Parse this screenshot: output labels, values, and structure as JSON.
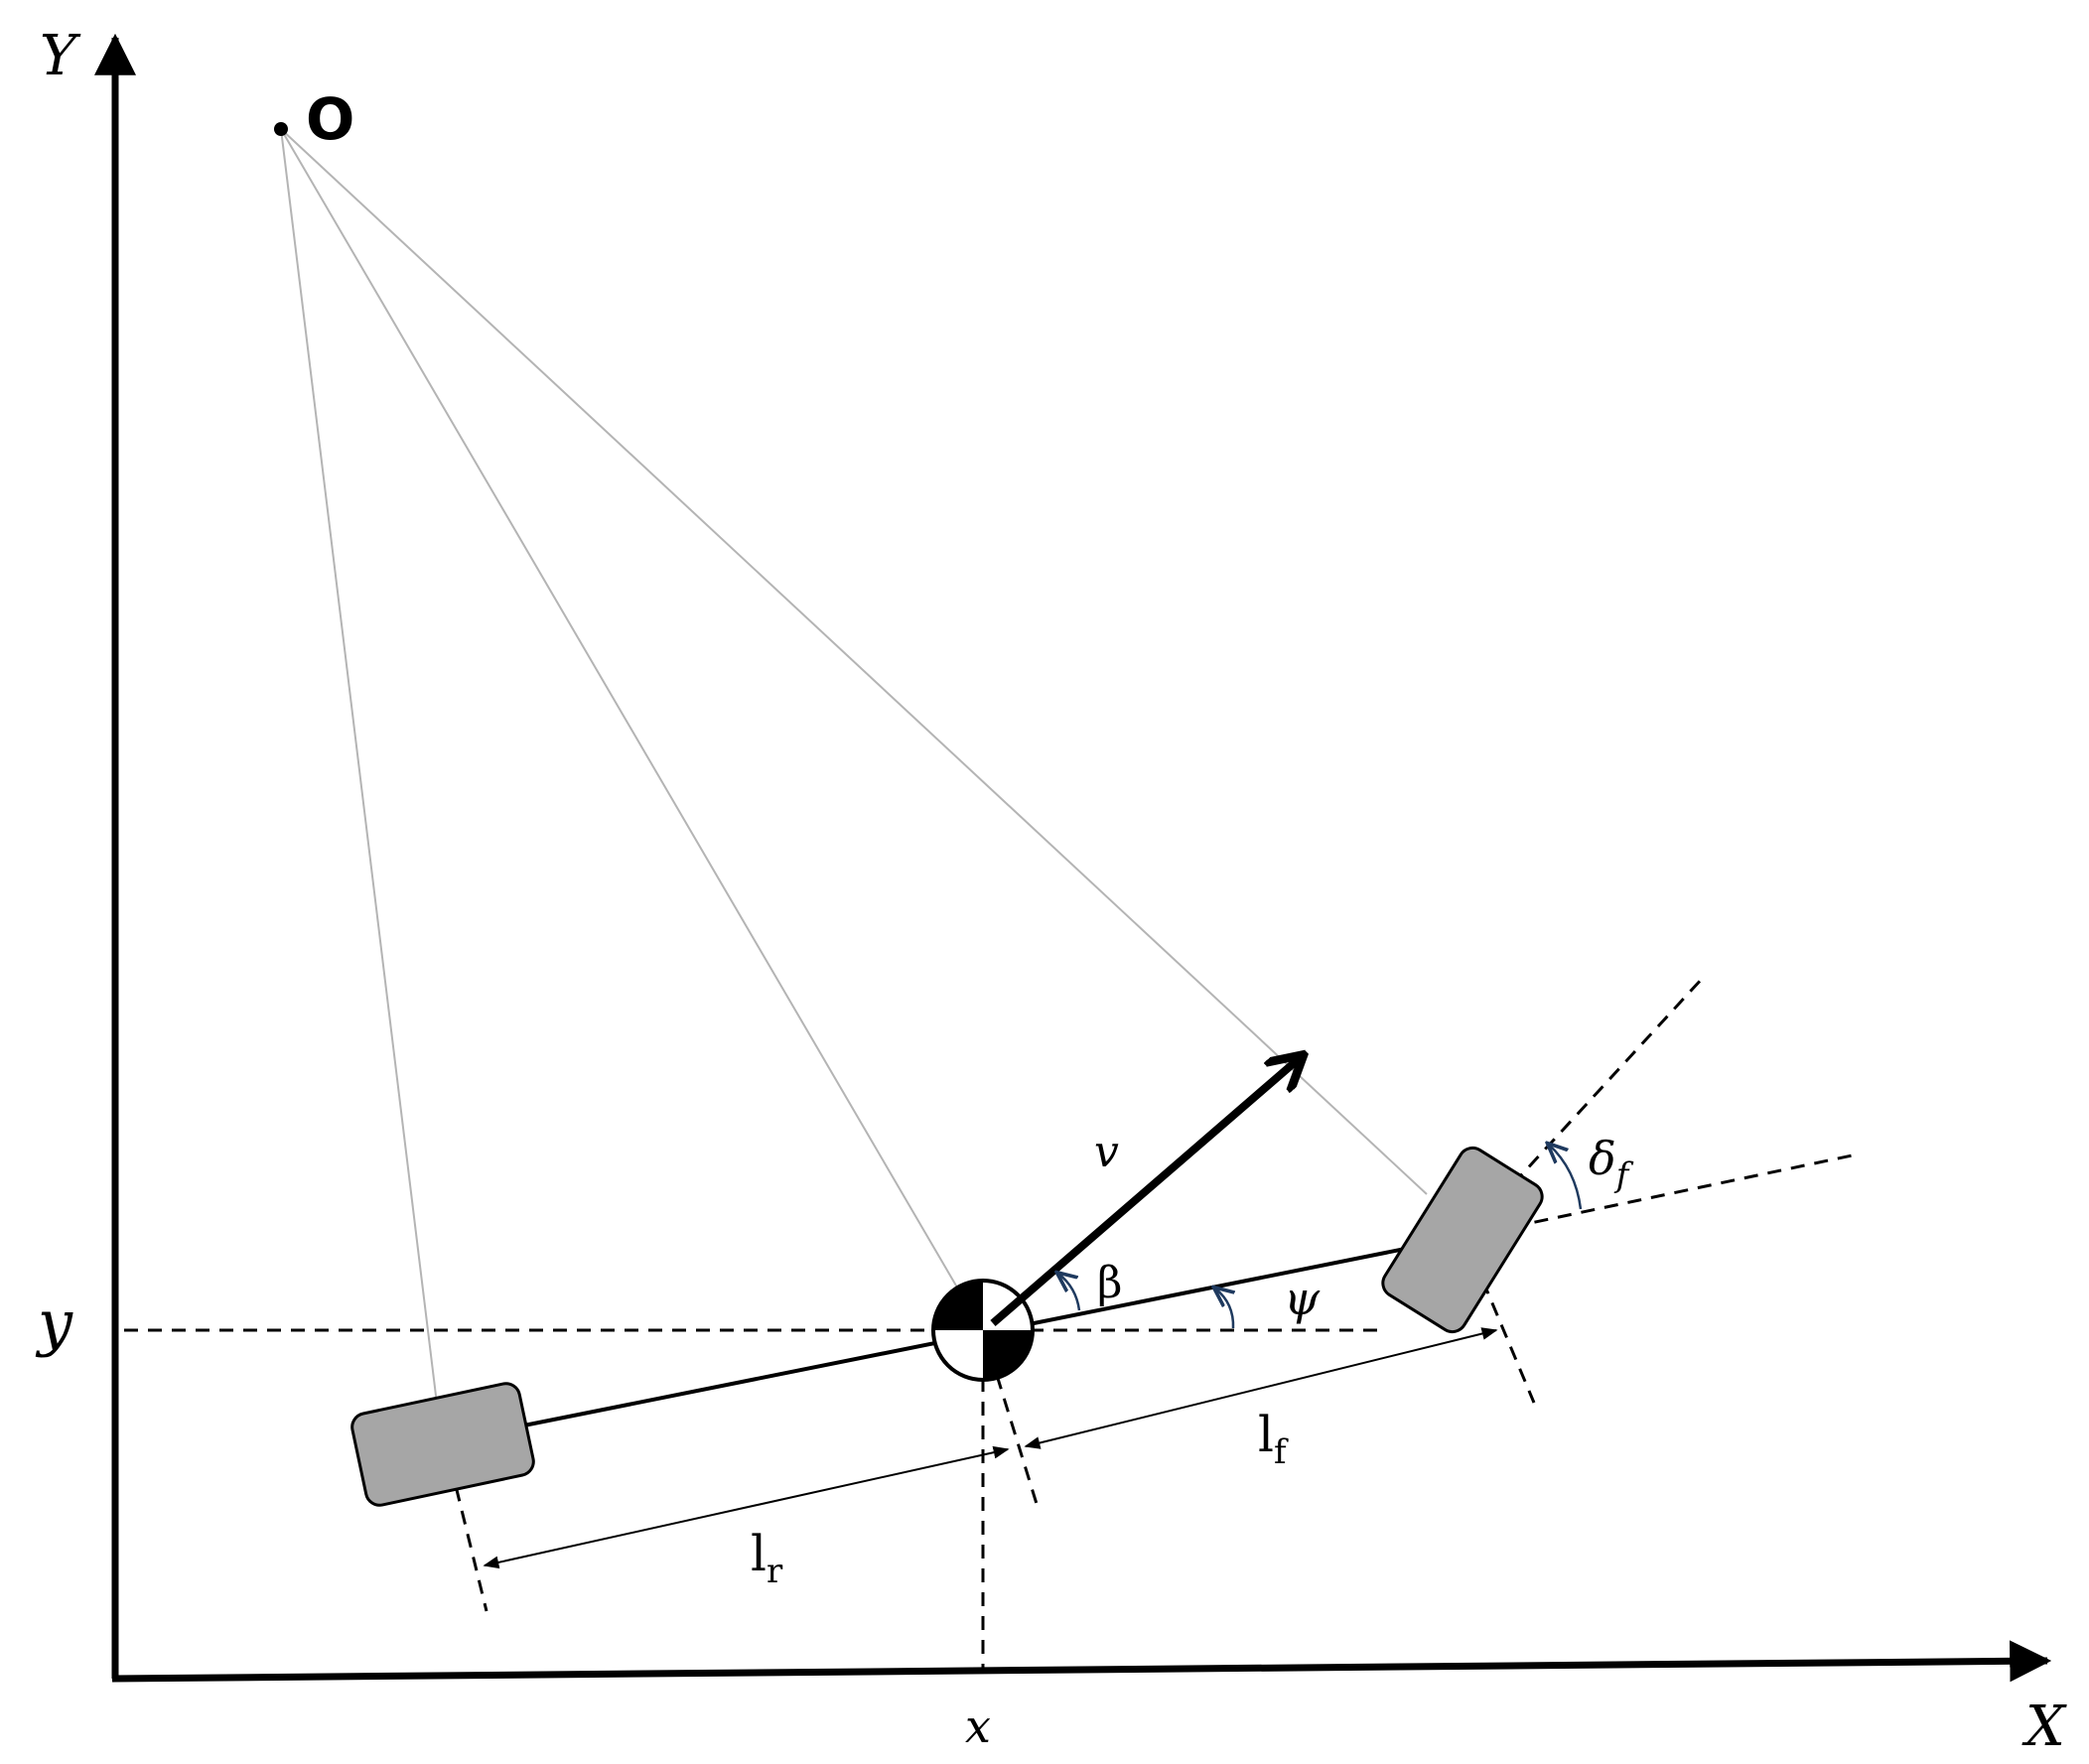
{
  "labels": {
    "y_axis": "Y",
    "x_axis": "X",
    "origin": "O",
    "y_coord": "y",
    "x_coord": "x",
    "velocity": "v",
    "beta": "β",
    "psi": "ψ",
    "delta_main": "δ",
    "delta_sub": "f",
    "lf_main": "l",
    "lf_sub": "f",
    "lr_main": "l",
    "lr_sub": "r"
  },
  "colors": {
    "axis": "#000000",
    "ray": "#b4b4b4",
    "wheel_fill": "#a6a6a6",
    "angle_arc": "#1f3a5f"
  }
}
